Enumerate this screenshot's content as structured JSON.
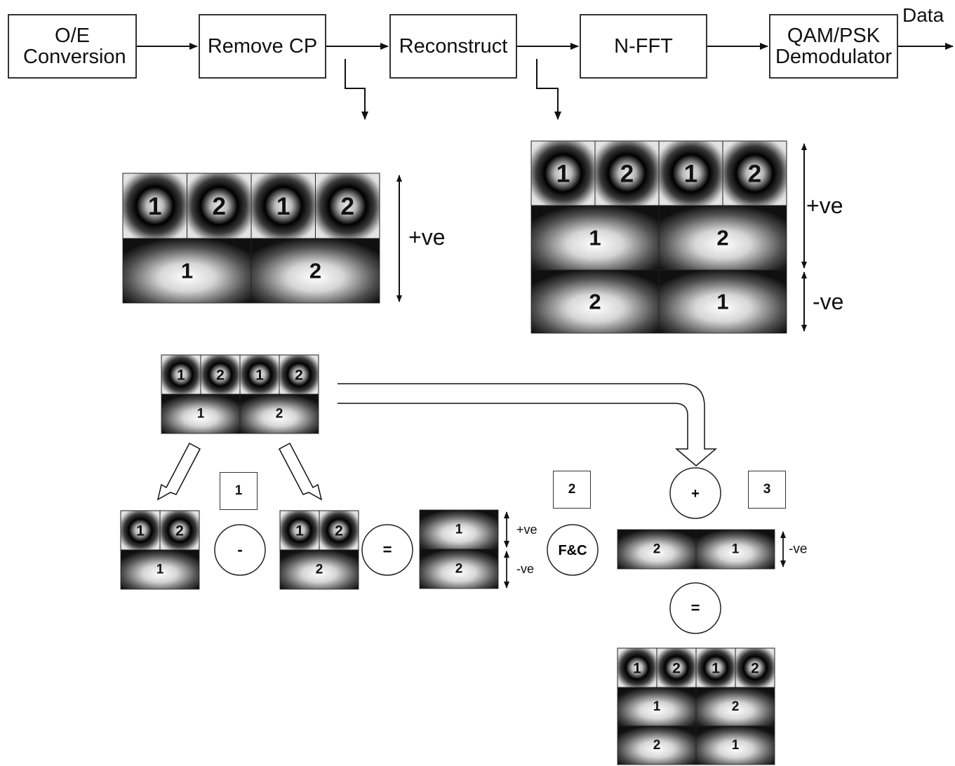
{
  "pipeline": {
    "blocks": [
      "O/E Conversion",
      "Remove CP",
      "Reconstruct",
      "N-FFT",
      "QAM/PSK Demodulator"
    ],
    "output_label": "Data"
  },
  "signal": {
    "pos_label": "+ve",
    "neg_label": "-ve",
    "top_cells": [
      "1",
      "2",
      "1",
      "2"
    ],
    "row_a": [
      "1",
      "2"
    ],
    "row_b": [
      "2",
      "1"
    ]
  },
  "ops": {
    "minus": "-",
    "equals": "=",
    "plus": "+",
    "flip_combine": "F&C"
  },
  "steps": [
    "1",
    "2",
    "3"
  ]
}
